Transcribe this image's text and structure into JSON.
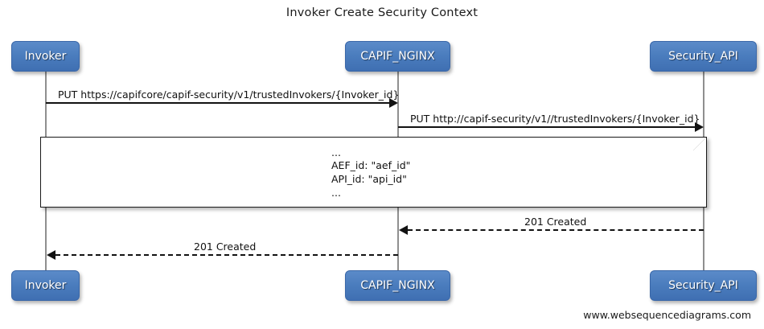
{
  "diagram": {
    "title": "Invoker Create Security Context",
    "footer": "www.websequencediagrams.com",
    "participant_color": "#4a7cbd",
    "line_color": "#121212",
    "lifeline_color": "#8f8f8f"
  },
  "participants": [
    {
      "id": "invoker",
      "label": "Invoker"
    },
    {
      "id": "capif_nginx",
      "label": "CAPIF_NGINX"
    },
    {
      "id": "security_api",
      "label": "Security_API"
    }
  ],
  "messages": [
    {
      "id": "m1",
      "label": "PUT https://capifcore/capif-security/v1/trustedInvokers/{Invoker_id}",
      "from": "Invoker",
      "to": "CAPIF_NGINX",
      "style": "solid",
      "direction": "right"
    },
    {
      "id": "m2",
      "label": "PUT http://capif-security/v1//trustedInvokers/{Invoker_id}",
      "from": "CAPIF_NGINX",
      "to": "Security_API",
      "style": "solid",
      "direction": "right"
    },
    {
      "id": "m3",
      "label": "201 Created",
      "from": "Security_API",
      "to": "CAPIF_NGINX",
      "style": "dashed",
      "direction": "left"
    },
    {
      "id": "m4",
      "label": "201 Created",
      "from": "CAPIF_NGINX",
      "to": "Invoker",
      "style": "dashed",
      "direction": "left"
    }
  ],
  "note": {
    "line1": "...",
    "line2": "AEF_id: \"aef_id\"",
    "line3": "API_id: \"api_id\"",
    "line4": "..."
  }
}
